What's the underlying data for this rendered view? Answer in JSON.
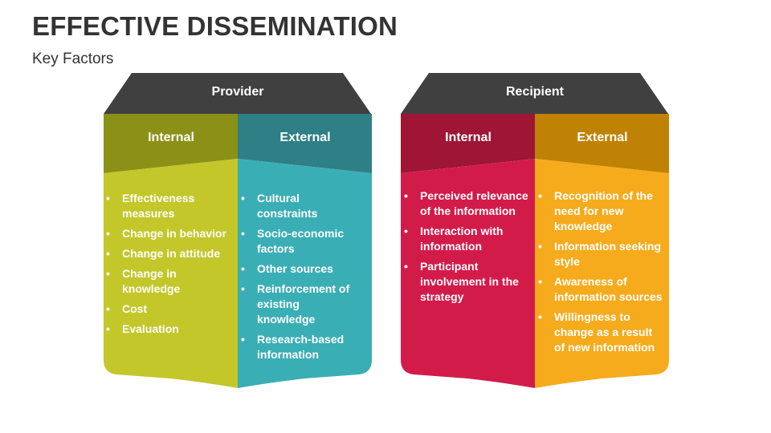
{
  "title": "EFFECTIVE DISSEMINATION",
  "subtitle": "Key Factors",
  "colors": {
    "header": "#404040",
    "provider_internal_top": "#8b9117",
    "provider_internal_body": "#c3c72a",
    "provider_external_top": "#2e7f86",
    "provider_external_body": "#3aaeb5",
    "recipient_internal_top": "#9e1535",
    "recipient_internal_body": "#d31b4a",
    "recipient_external_top": "#c08205",
    "recipient_external_body": "#f6ab1d"
  },
  "provider": {
    "label": "Provider",
    "internal": {
      "label": "Internal",
      "items": [
        "Effectiveness measures",
        "Change in behavior",
        "Change in attitude",
        "Change in knowledge",
        "Cost",
        "Evaluation"
      ]
    },
    "external": {
      "label": "External",
      "items": [
        "Cultural constraints",
        "Socio-economic factors",
        "Other sources",
        "Reinforcement of existing knowledge",
        "Research-based information"
      ]
    }
  },
  "recipient": {
    "label": "Recipient",
    "internal": {
      "label": "Internal",
      "items": [
        "Perceived relevance of the information",
        "Interaction with information",
        "Participant involvement in the strategy"
      ]
    },
    "external": {
      "label": "External",
      "items": [
        "Recognition of the need for new knowledge",
        "Information seeking style",
        "Awareness of information sources",
        "Willingness to change as a result of new information"
      ]
    }
  }
}
